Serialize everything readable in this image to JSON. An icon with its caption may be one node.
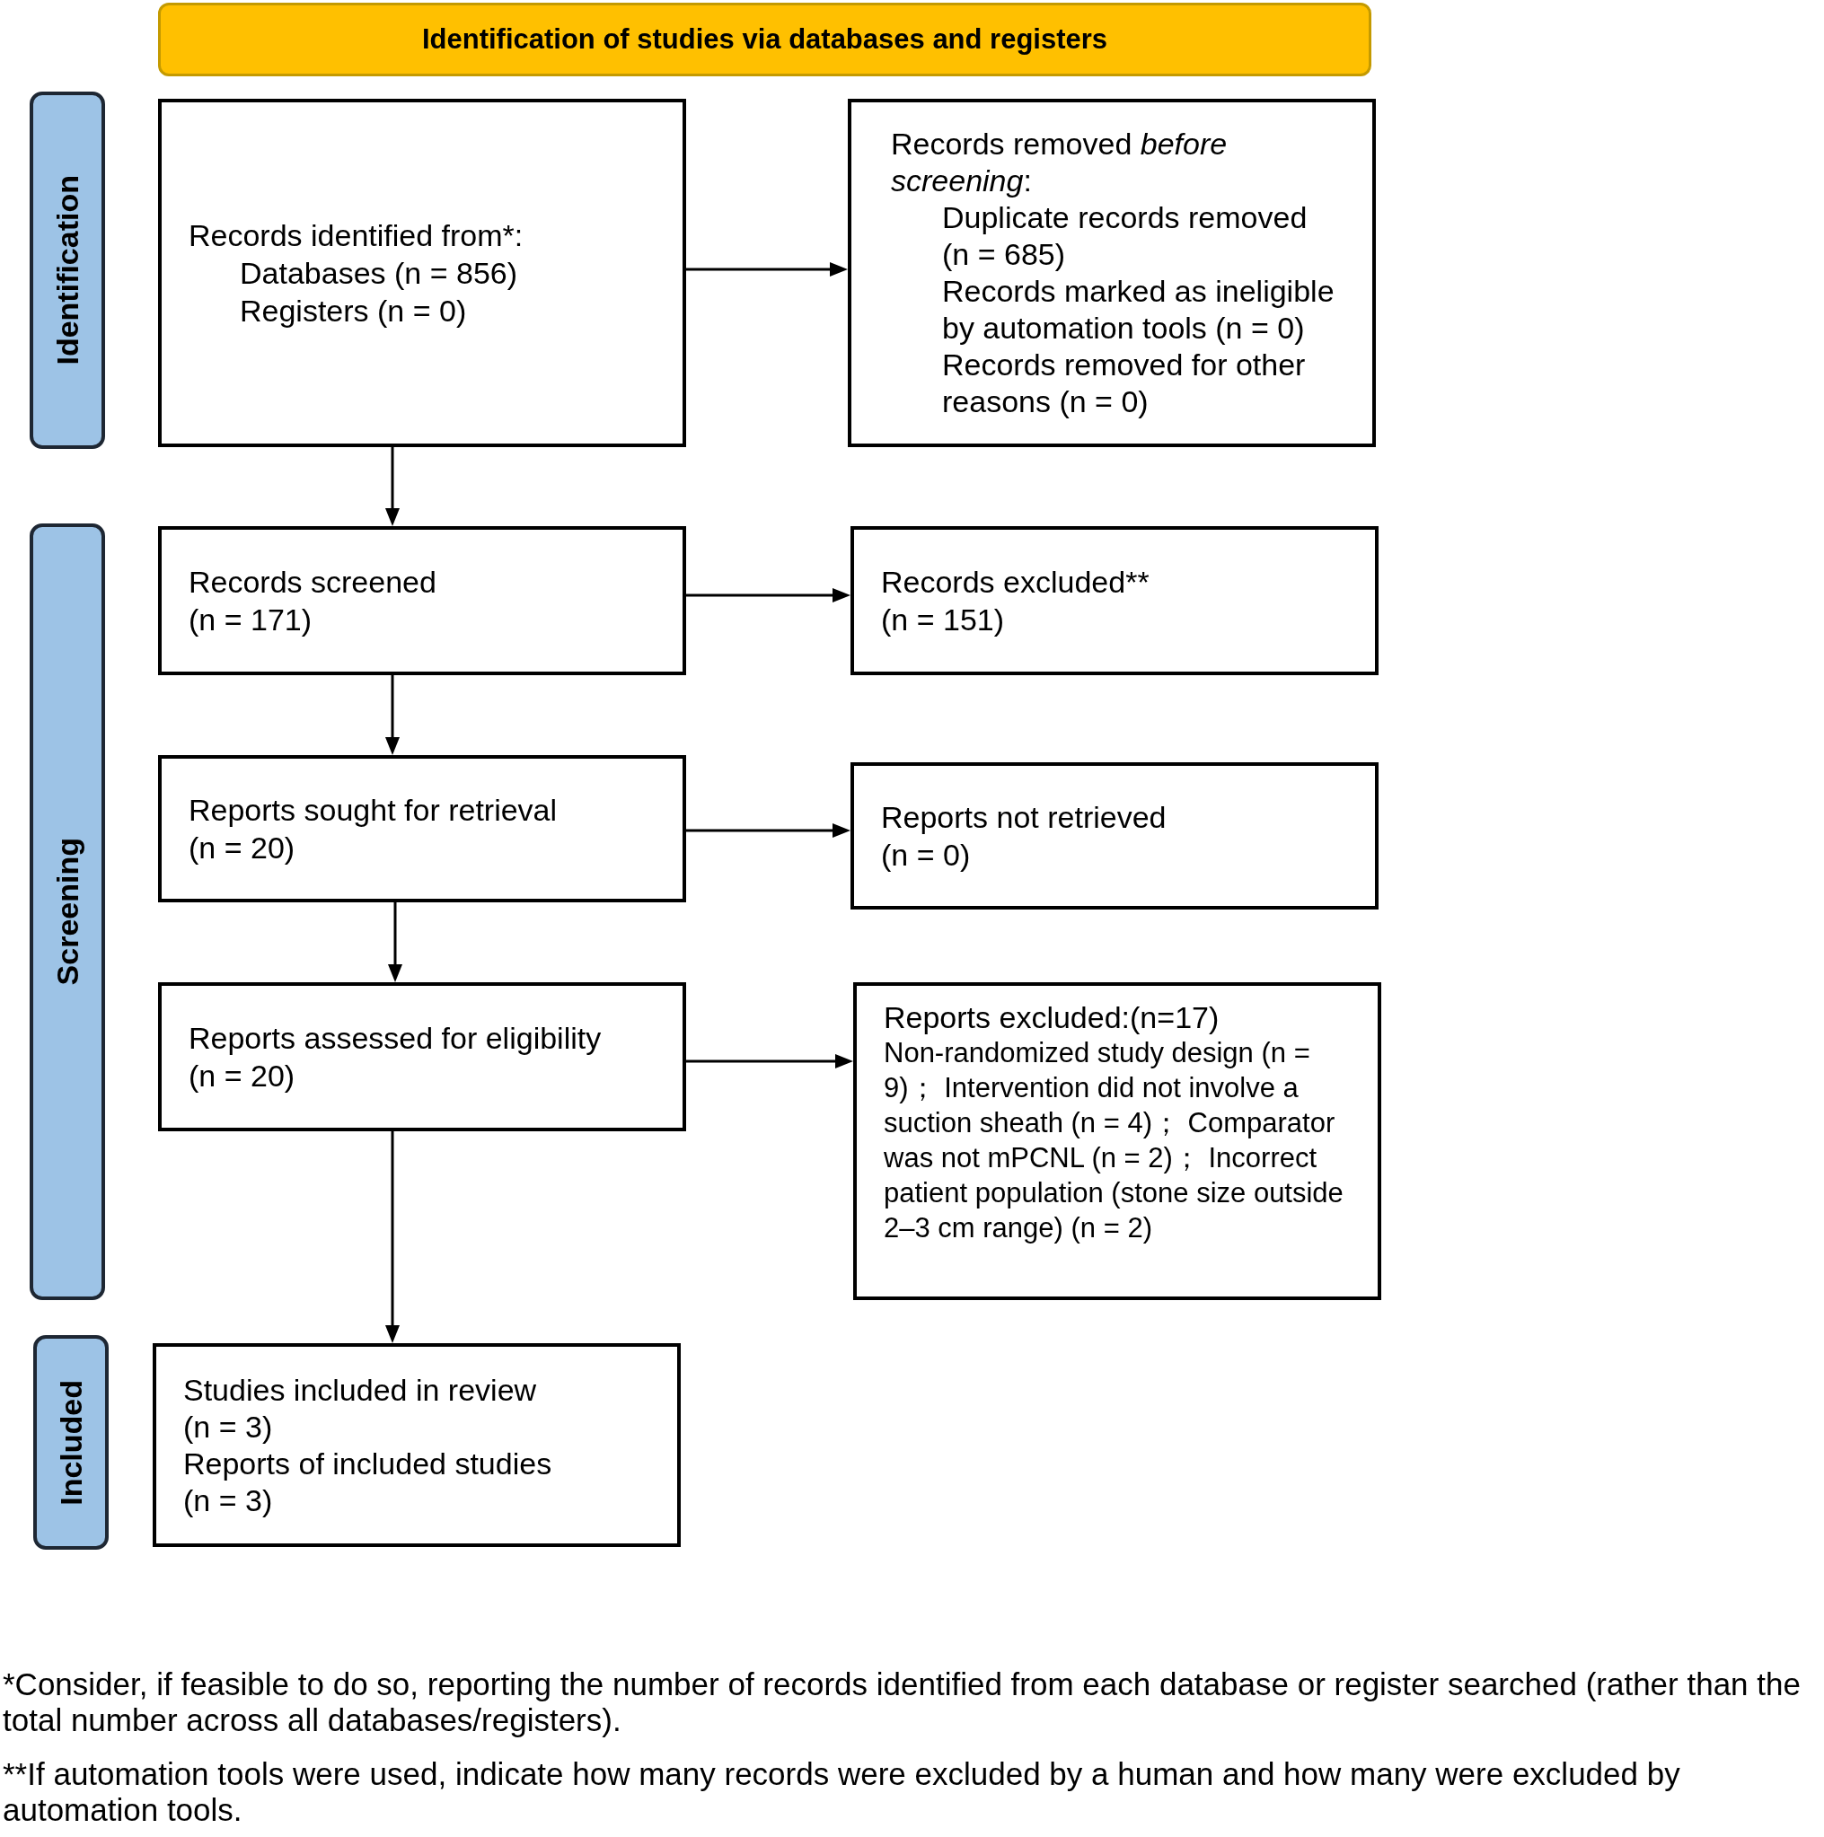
{
  "diagram": {
    "nodes": [
      {
        "text": [
          "Identification of studies via databases and registers"
        ]
      },
      {
        "text": [
          "Identification"
        ]
      },
      {
        "text": [
          "Records identified from*:",
          "Databases (n = 856)",
          "Registers (n = 0)"
        ]
      },
      {
        "text": [
          "Records removed *before screening*:",
          "Duplicate records removed (n = 685)",
          "Records marked as ineligible by automation tools (n = 0)",
          "Records removed for other reasons (n = 0)"
        ]
      },
      {
        "text": [
          "Screening"
        ]
      },
      {
        "text": [
          "Records screened",
          "(n = 171)"
        ]
      },
      {
        "text": [
          "Records excluded**",
          "(n = 151)"
        ]
      },
      {
        "text": [
          "Reports sought for retrieval",
          "(n = 20)"
        ]
      },
      {
        "text": [
          "Reports not retrieved",
          "(n = 0)"
        ]
      },
      {
        "text": [
          "Reports assessed for eligibility",
          "(n = 20)"
        ]
      },
      {
        "text": [
          "Reports excluded:(n=17)",
          "Non-randomized study design (n = 9)； Intervention did not involve a suction sheath (n = 4)； Comparator was not mPCNL (n = 2)； Incorrect patient population (stone size outside 2–3 cm range) (n = 2)"
        ]
      },
      {
        "text": [
          "Included"
        ]
      },
      {
        "text": [
          "Studies included in review",
          "(n = 3)",
          "Reports of included studies",
          "(n = 3)"
        ]
      }
    ],
    "edges": [
      {
        "from": 2,
        "to": 3,
        "arrow": "to"
      },
      {
        "from": 2,
        "to": 5,
        "arrow": "to"
      },
      {
        "from": 5,
        "to": 6,
        "arrow": "to"
      },
      {
        "from": 5,
        "to": 7,
        "arrow": "to"
      },
      {
        "from": 7,
        "to": 8,
        "arrow": "to"
      },
      {
        "from": 7,
        "to": 9,
        "arrow": "to"
      },
      {
        "from": 9,
        "to": 10,
        "arrow": "to"
      },
      {
        "from": 9,
        "to": 12,
        "arrow": "to"
      }
    ],
    "labels": [
      "*Consider, if feasible to do so, reporting the number of records identified from each database or register searched (rather than the total number across all databases/registers).",
      "**If automation tools were used, indicate how many records were excluded by a human and how many were excluded by automation tools."
    ]
  }
}
